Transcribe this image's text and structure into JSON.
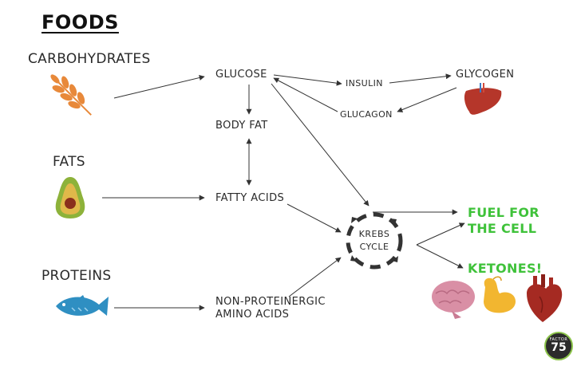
{
  "title": "FOODS",
  "foods": {
    "carbohydrates": "CARBOHYDRATES",
    "fats": "FATS",
    "proteins": "PROTEINS"
  },
  "nodes": {
    "glucose": "GLUCOSE",
    "insulin": "INSULIN",
    "glycogen": "GLYCOGEN",
    "glucagon": "GLUCAGON",
    "body_fat": "BODY FAT",
    "fatty_acids": "FATTY ACIDS",
    "amino_line1": "NON-PROTEINERGIC",
    "amino_line2": "AMINO ACIDS",
    "krebs_line1": "KREBS",
    "krebs_line2": "CYCLE"
  },
  "outputs": {
    "fuel_line1": "FUEL FOR",
    "fuel_line2": "THE CELL",
    "ketones": "KETONES!"
  },
  "logo": {
    "top": "FACTOR",
    "number": "75"
  },
  "colors": {
    "wheat": "#e8893a",
    "avocado_skin": "#8db23a",
    "avocado_flesh": "#e0b84a",
    "avocado_pit": "#8a2e1c",
    "fish": "#2f8fc2",
    "liver": "#b5362a",
    "brain": "#d98fa5",
    "arm": "#f2b630",
    "heart": "#a52a22",
    "ketone_green": "#3fc23a",
    "logo_ring": "#8bc34a"
  },
  "icons": [
    "wheat-icon",
    "avocado-icon",
    "fish-icon",
    "liver-icon",
    "brain-icon",
    "flexed-arm-icon",
    "heart-icon"
  ]
}
